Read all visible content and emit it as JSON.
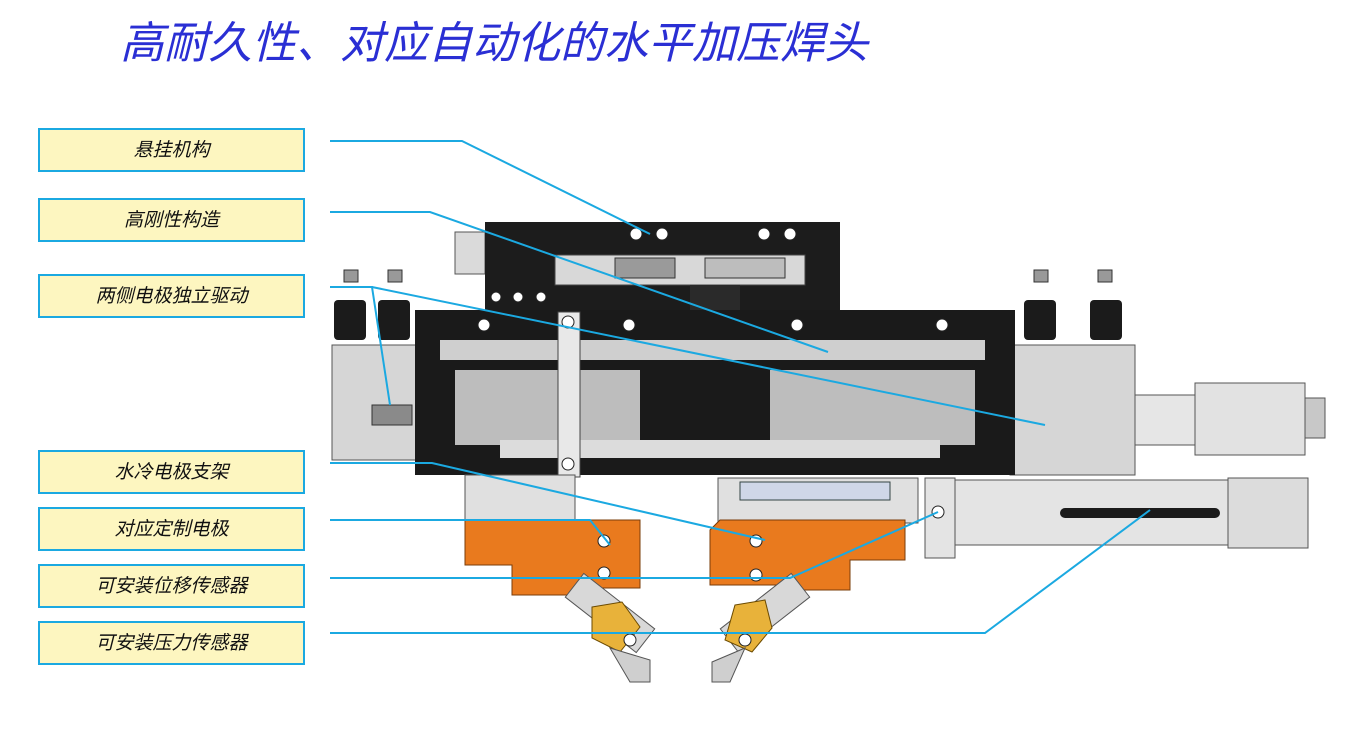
{
  "title": "高耐久性、对应自动化的水平加压焊头",
  "colors": {
    "title": "#2a2fd4",
    "label_fill": "#fdf6c0",
    "label_border": "#1ba9e1",
    "leader_line": "#1ba9e1",
    "machine_dark": "#1b1b1b",
    "machine_gray": "#cfcfcf",
    "electrode_orange": "#e97a1e",
    "tip_yellow": "#e8b23a"
  },
  "labels": [
    {
      "id": "suspension",
      "text": "悬挂机构"
    },
    {
      "id": "rigidity",
      "text": "高刚性构造"
    },
    {
      "id": "drive",
      "text": "两侧电极独立驱动"
    },
    {
      "id": "holder",
      "text": "水冷电极支架"
    },
    {
      "id": "electrode",
      "text": "对应定制电极"
    },
    {
      "id": "displacement",
      "text": "可安装位移传感器"
    },
    {
      "id": "pressure",
      "text": "可安装压力传感器"
    }
  ]
}
